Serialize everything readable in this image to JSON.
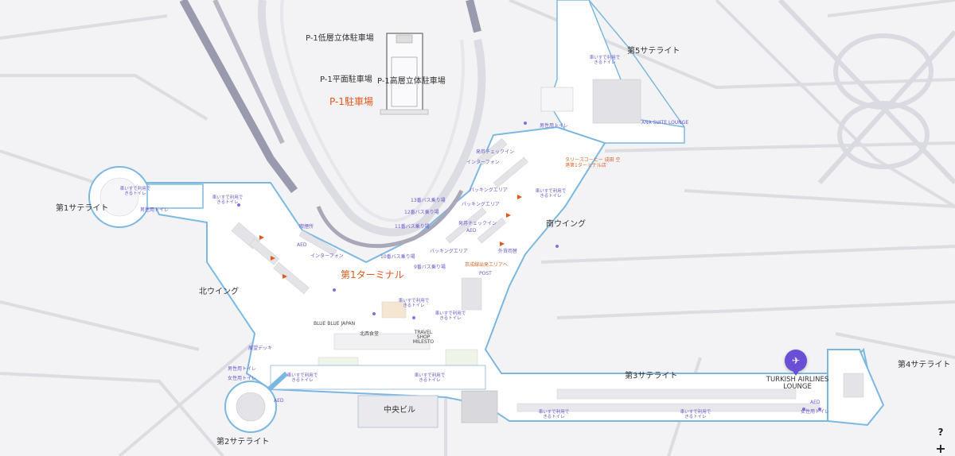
{
  "labels": {
    "p1_low_parking": "P-1低層立体駐車場",
    "p1_flat_parking": "P-1平面駐車場",
    "p1_high_parking": "P-1高層立体駐車場",
    "p1_parking": "P-1駐車場",
    "sat5": "第5サテライト",
    "sat1": "第1サテライト",
    "sat2": "第2サテライト",
    "sat3": "第3サテライト",
    "sat4": "第4サテライト",
    "south_wing": "南ウイング",
    "north_wing": "北ウイング",
    "terminal1": "第1ターミナル",
    "central_bldg": "中央ビル",
    "turkish_lounge": "TURKISH AIRLINES LOUNGE",
    "ana_suite": "ANA SUITE LOUNGE",
    "coffee": "タリーズコーヒー 成田 空港第1ターミナル店",
    "blue_blue": "BLUE BLUE JAPAN",
    "travel_shop": "TRAVEL SHOP MILESTO",
    "kitaichi": "北西食堂",
    "post": "POST",
    "aed": "AED",
    "multi_toilet": "車いすで利用できるトイレ",
    "women_toilet": "女性用トイレ",
    "men_toilet": "男性用トイレ",
    "bus11": "11番バス乗り場",
    "bus12": "12番バス乗り場",
    "bus13": "13番バス乗り場",
    "bus10": "10番バス乗り場",
    "bus9": "9番バス乗り場",
    "intercom": "インターフォン",
    "checkin": "発券チェックイン",
    "parking_area": "パッキングエリア",
    "exchange": "外貨両替",
    "observation": "展望デッキ",
    "departure_area": "京成線出発エリアへ",
    "smoking": "喫煙所"
  },
  "controls": {
    "help": "?",
    "zoom_in": "+"
  },
  "colors": {
    "terminal_fill": "#ffffff",
    "terminal_outline": "#7bb8e0",
    "road": "#dfdfe5",
    "highway": "#8a8a9c",
    "accent_orange": "#e05a1c",
    "purple": "#6a4ed6"
  },
  "icons": [
    "lounge-pin-icon",
    "help-icon",
    "zoom-in-icon"
  ]
}
